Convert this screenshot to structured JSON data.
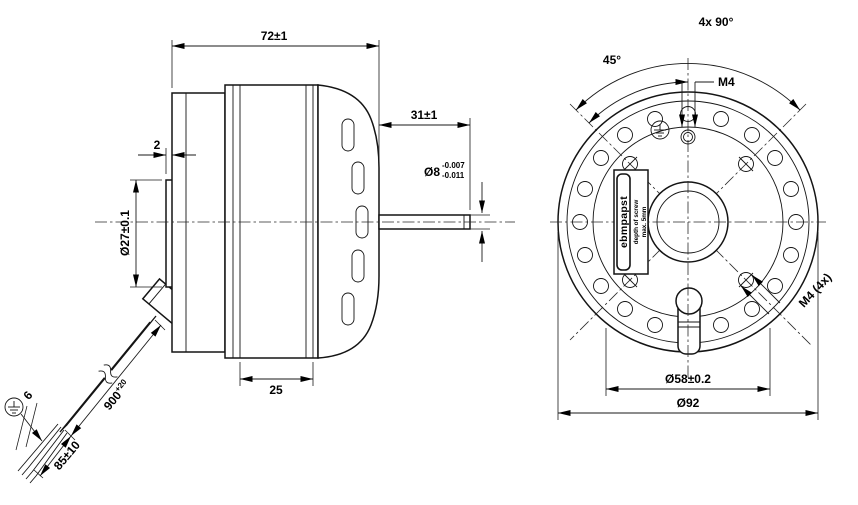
{
  "colors": {
    "ink": "#141414",
    "background": "#ffffff"
  },
  "side_view": {
    "overall_length": "72±1",
    "shaft_length": "31±1",
    "spigot_protrusion": "2",
    "spigot_diameter": "Ø27±0.1",
    "shaft_diameter": "Ø8",
    "shaft_tolerance_upper": "-0.007",
    "shaft_tolerance_lower": "-0.011",
    "rotor_length": "25",
    "cable_length": "900",
    "cable_length_tolerance": "+20",
    "strip_length": "85±10",
    "bare_wire_length": "6"
  },
  "front_view": {
    "hole_pattern_angle": "4x 90°",
    "offset_angle": "45°",
    "thread_size_top": "M4",
    "thread_size_corner": "M4 (4x)",
    "bolt_circle_diameter": "Ø58±0.2",
    "outer_diameter": "Ø92",
    "nameplate": {
      "brand": "ebmpapst",
      "note_line1": "depth of screw",
      "note_line2": "max. 5mm"
    }
  }
}
